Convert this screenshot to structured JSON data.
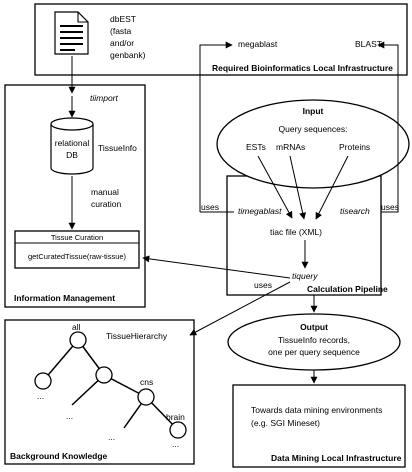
{
  "required_infra": {
    "source_label": [
      "dbEST",
      "(fasta",
      "and/or",
      "genbank)"
    ],
    "megablast": "megablast",
    "blast": "BLAST",
    "title": "Required Bioinformatics Local Infrastructure"
  },
  "information_management": {
    "timport": "tiimport",
    "db_label": [
      "relational",
      "DB"
    ],
    "tissueinfo": "TissueInfo",
    "manual_curation": [
      "manual",
      "curation"
    ],
    "tissue_curation": "Tissue Curation",
    "get_curated": "getCuratedTissue(raw-tissue)",
    "title": "Information Management"
  },
  "input": {
    "title": "Input",
    "query_sequences": "Query sequences:",
    "ests": "ESTs",
    "mrnas": "mRNAs",
    "proteins": "Proteins"
  },
  "pipeline": {
    "uses_left": "uses",
    "uses_right": "uses",
    "timegablast": "timegablast",
    "tisearch": "tisearch",
    "tiac_file": "tiac file (XML)",
    "tiquery": "tiquery",
    "uses_bottom": "uses",
    "title": "Calculation Pipeline"
  },
  "output": {
    "title": "Output",
    "line1": "TissueInfo records,",
    "line2": "one per query sequence"
  },
  "background_knowledge": {
    "all": "all",
    "tissue_hierarchy": "TissueHierarchy",
    "cns": "cns",
    "brain": "brain",
    "ellipsis": "...",
    "title": "Background Knowledge"
  },
  "data_mining": {
    "line1": "Towards data mining environments",
    "line2": "(e.g. SGI Mineset)",
    "title": "Data Mining Local Infrastructure"
  }
}
